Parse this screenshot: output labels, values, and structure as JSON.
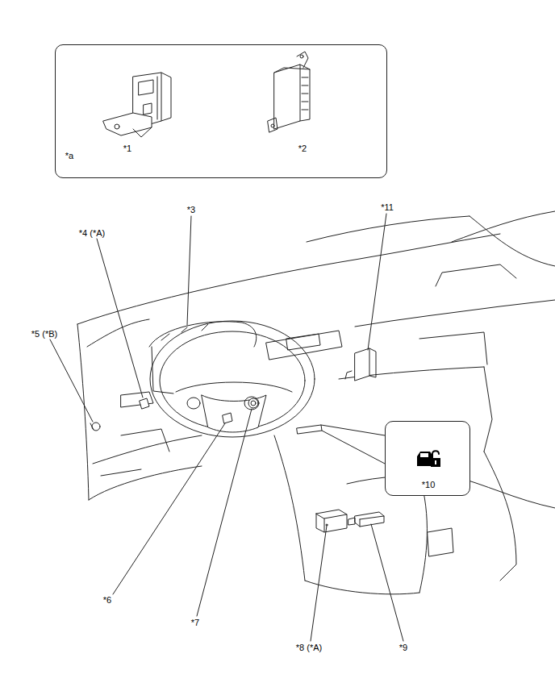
{
  "diagram": {
    "nodes": [
      {
        "text": [
          "*1",
          "*2",
          "*a"
        ]
      },
      {
        "text": [
          "*10"
        ]
      }
    ],
    "labels": [
      "*3",
      "*4 (*A)",
      "*5 (*B)",
      "*6",
      "*7",
      "*8 (*A)",
      "*9",
      "*11"
    ]
  }
}
